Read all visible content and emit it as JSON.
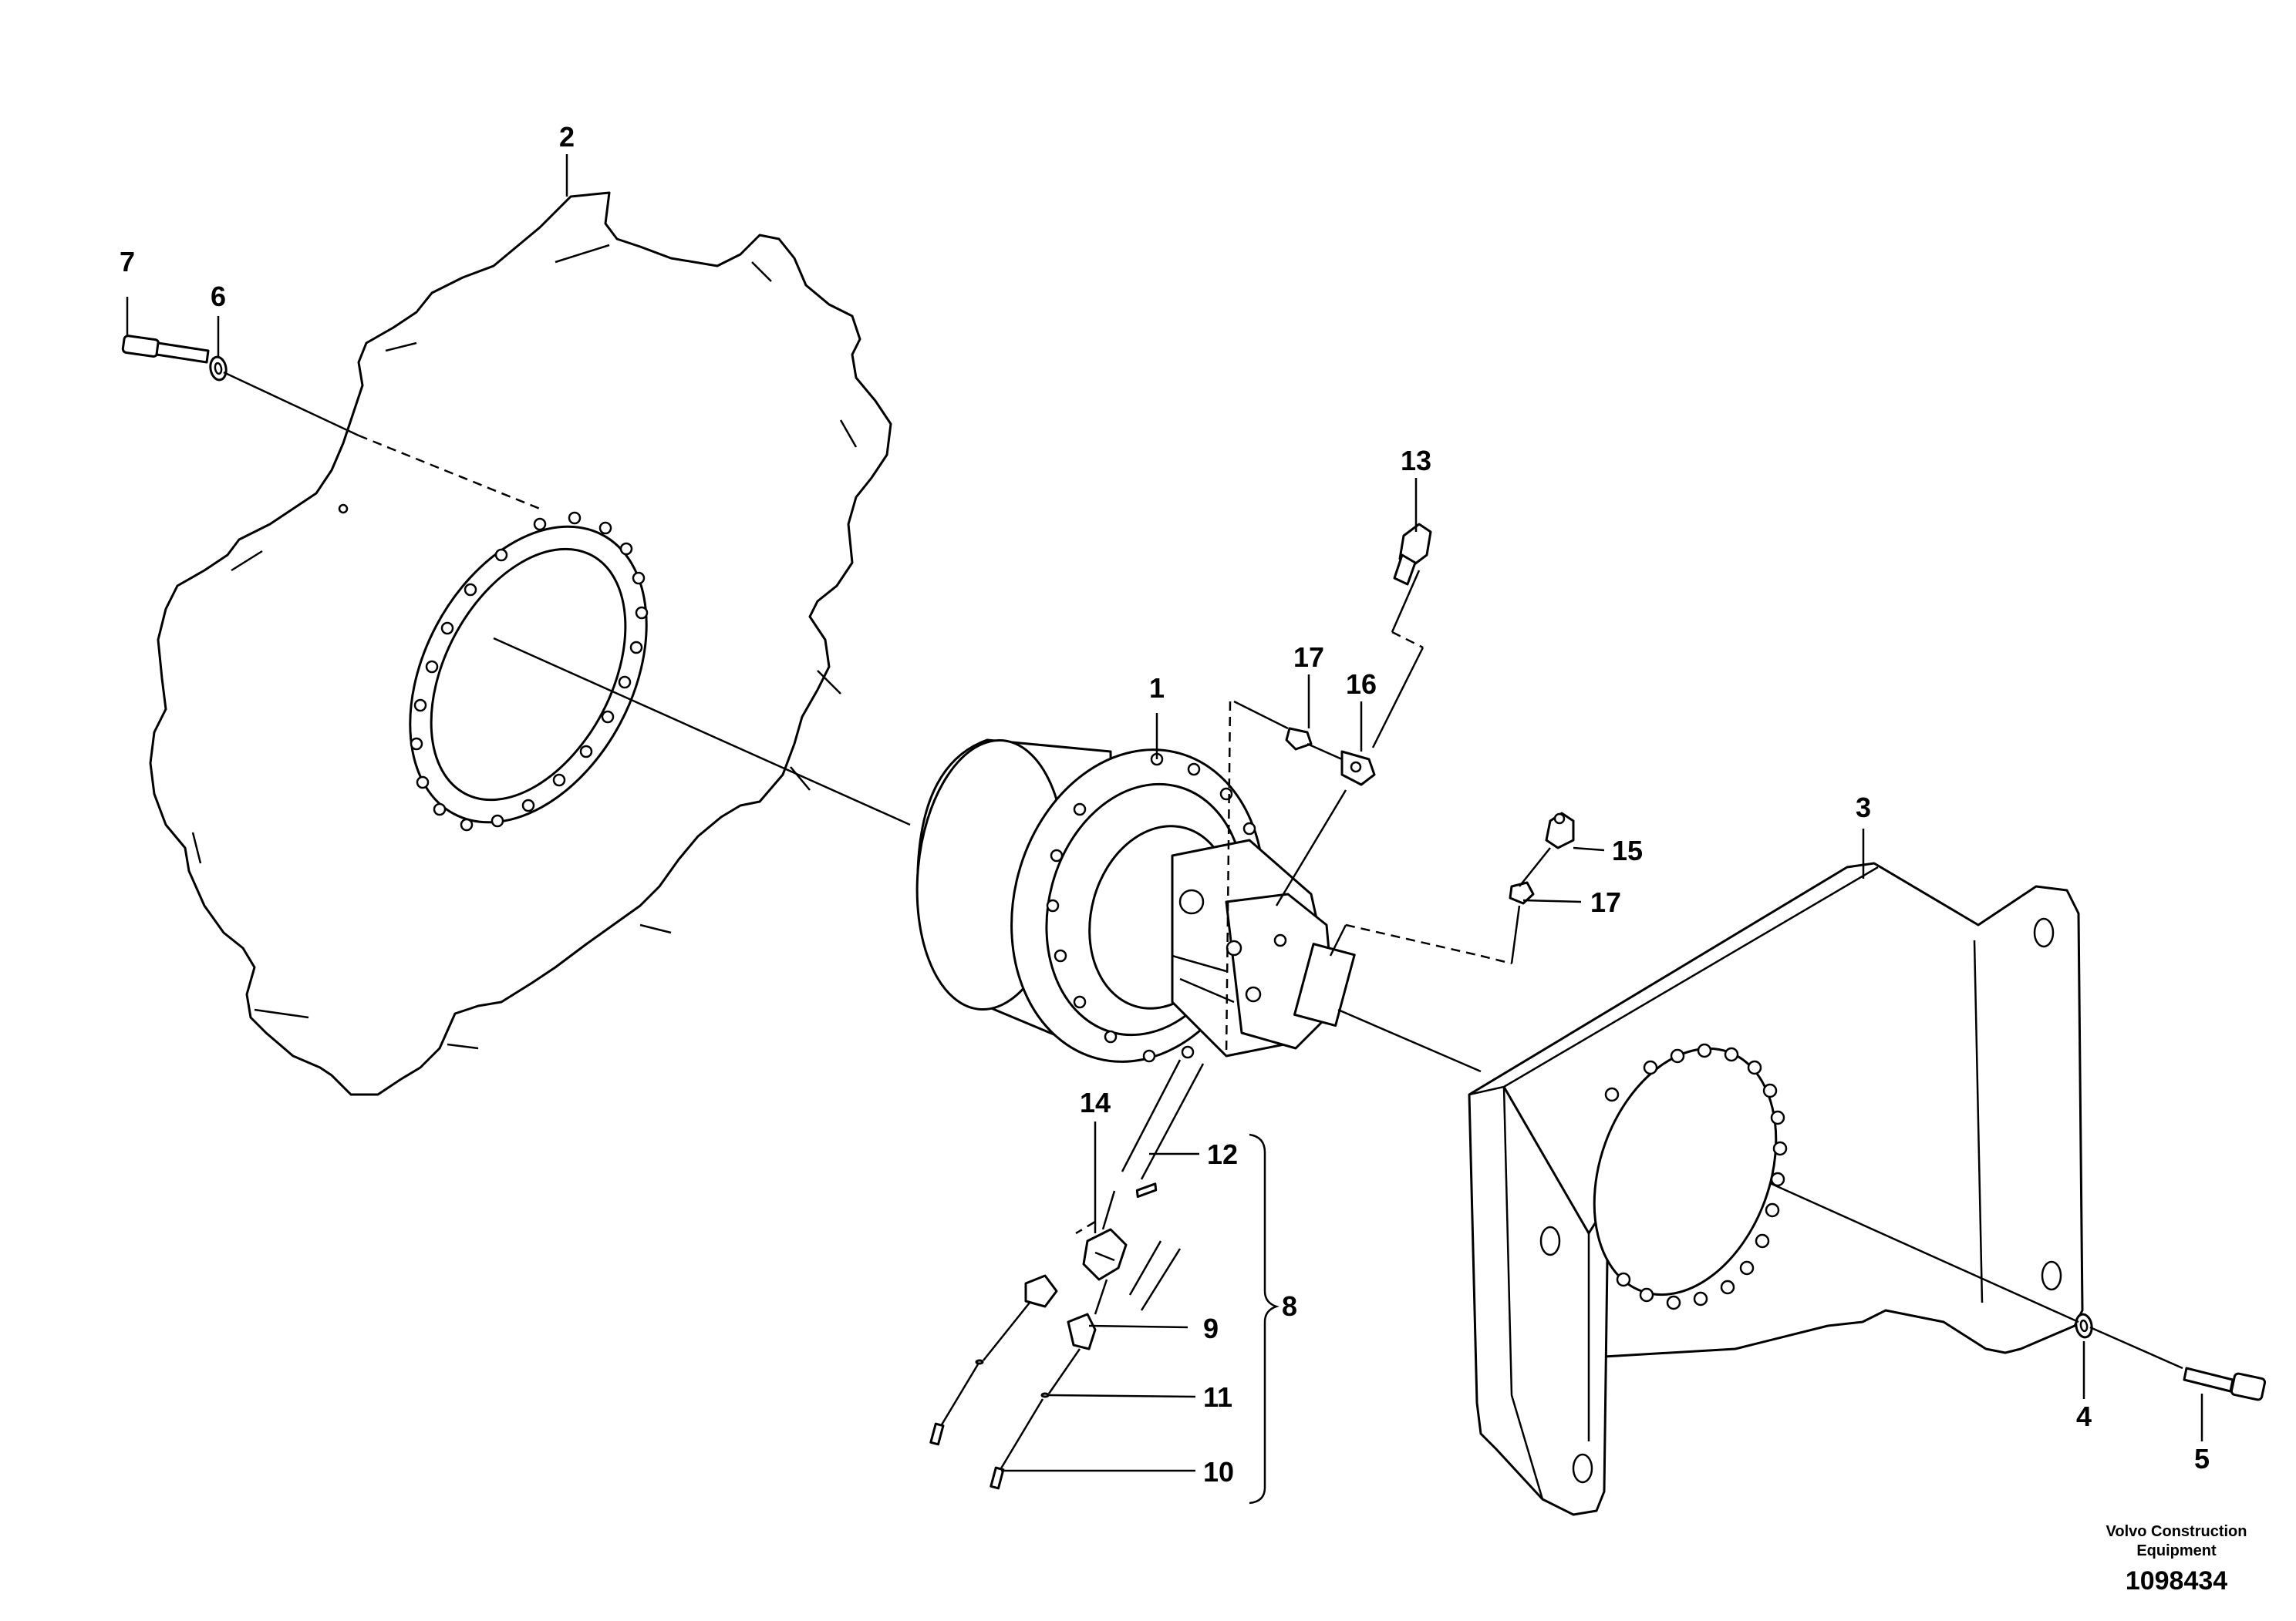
{
  "callouts": {
    "c1": "1",
    "c2": "2",
    "c3": "3",
    "c4": "4",
    "c5": "5",
    "c6": "6",
    "c7": "7",
    "c8": "8",
    "c9": "9",
    "c10": "10",
    "c11": "11",
    "c12": "12",
    "c13": "13",
    "c14": "14",
    "c15": "15",
    "c16": "16",
    "c17a": "17",
    "c17b": "17"
  },
  "footer": {
    "brand_line1": "Volvo Construction",
    "brand_line2": "Equipment",
    "drawing_number": "1098434"
  },
  "colors": {
    "line": "#000000",
    "background": "#ffffff"
  }
}
